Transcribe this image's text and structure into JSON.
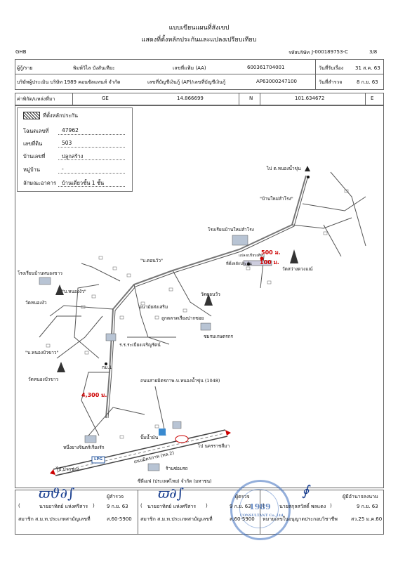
{
  "header": {
    "title_line1": "แบบเขียนแผนที่สังเขป",
    "title_line2": "แสดงที่ตั้งหลักประกันและแปลงเปรียบเทียบ",
    "bank_code": "GHB",
    "company_code_label": "รหัสบริษัท",
    "company_code": "J-000189753-C",
    "page": "3/8"
  },
  "info": {
    "borrower_label": "ผู้กู้/ราย",
    "borrower_name": "พิมพ์วิไล บังสันเทียะ",
    "file_no_label": "เลขที่แฟ้ม (AA)",
    "file_no": "600361704001",
    "received_label": "วันที่รับเรื่อง",
    "received_date": "31 ส.ค. 63",
    "appraiser_label": "บริษัทผู้ประเมิน บริษัท 1989 คอนซัลแทนท์ จำกัด",
    "ap_label": "เลขที่บัญชีเงินกู้ (AP)/เลขที่บัญชีเงินกู้",
    "ap_no": "AP63000247100",
    "inspect_label": "วันที่สำรวจ",
    "inspect_date": "8 ก.ย. 63",
    "coord_label": "ค่าพิกัด/แหล่งที่มา",
    "coord_source": "GE",
    "lat": "14.866699",
    "lat_dir": "N",
    "lon": "101.634672",
    "lon_dir": "E"
  },
  "legend": {
    "collateral_label": "ที่ตั้งหลักประกัน",
    "deed_label": "โฉนดเลขที่",
    "deed_no": "47962",
    "land_label": "เลขที่ดิน",
    "land_no": "503",
    "house_label": "บ้านเลขที่",
    "house_no": "ปลูกสร้าง",
    "village_label": "หมู่บ้าน",
    "village": "-",
    "building_label": "ลักษณะอาคาร",
    "building": "บ้านเดี่ยวชั้น 1 ชั้น"
  },
  "map": {
    "to_north": "ไป ต.หนองน้ำขุ่น",
    "ban_mai": "\"บ้านใหม่สำโรง\"",
    "school_mai": "โรงเรียนบ้านใหม่สำโรง",
    "wat_rang": "วัดสว่างดวงแณ์",
    "dist_500": "500 ม.",
    "dist_100": "100 ม.",
    "collateral_tag": "ที่ตั้งหลักประกัน",
    "compare_tag": "แปลงเปรียบเทียบ",
    "ban_don_wua": "\"บ.ดอนวัว\"",
    "school_nong_khwao": "โรงเรียนบ้านหนองขาว",
    "ban_nong_ngao": "\"บ.หนองงัว\"",
    "wat_nong_ngao": "วัดหนองงัว",
    "wat_don_wua": "วัดดอนวัว",
    "ban_nong_khwao": "\"บ.หนองบัวขาว\"",
    "wat_nong_khwao": "วัดหนองบัวขาว",
    "school_health": "อนามัยส่งเสริม",
    "market": "ถูกตลาดเรียงปากซอย",
    "coop": "ชมรมเกษตรกร",
    "school_local": "ร.ร.ระเบียงเจริญรัตน์",
    "dist_4300": "4,300 ม.",
    "road_1048": "ถนนสายมิตรภาพ-บ.หนองน้ำขุ่น (1048)",
    "store_left": "หนึ่งยางจินตร์เรียงรัก",
    "shop_top": "ปั๊มน้ำมัน",
    "highway": "ถนนมิตรภาพ (ทล.2)",
    "to_west": "ไป ปากช่อง",
    "to_east": "ไป นครราชสีมา",
    "lpg": "LPG",
    "shop_bottom": "ร้านซ่อมรถ",
    "company_bottom": "ซีพีเอฟ (ประเทศไทย) จำกัด (มหาชน)",
    "km_marker": "กม.1"
  },
  "signatures": {
    "surveyor_role": "ผู้สำรวจ",
    "surveyor_name": "นายอาทิตย์ แห่งศรีสาร",
    "surveyor_date": "9 ก.ย. 63",
    "surveyor_member": "สมาชิก ส.ม.ท.ประเภทสามัญเลขที่",
    "surveyor_no": "ส.60-5900",
    "reviewer_role": "ผู้ตรวจ",
    "reviewer_name": "นายอาทิตย์ แห่งศรีสาร",
    "reviewer_date": "9 ก.ย. 63",
    "reviewer_member": "สมาชิก ส.ม.ท.ประเภทสามัญเลขที่",
    "reviewer_no": "ส.60-5900",
    "approver_role": "ผู้มีอำนาจลงนาม",
    "approver_name": "นายสกุลสวัสดิ์ พลแดง",
    "approver_date": "9 ก.ย. 63",
    "approver_member": "หมายเลขใบอนุญาตประกอบวิชาชีพ",
    "approver_no": "สว.25 ม.ค.60",
    "stamp_year": "1989",
    "stamp_text": "CONSULTANT Co.,Ltd"
  }
}
